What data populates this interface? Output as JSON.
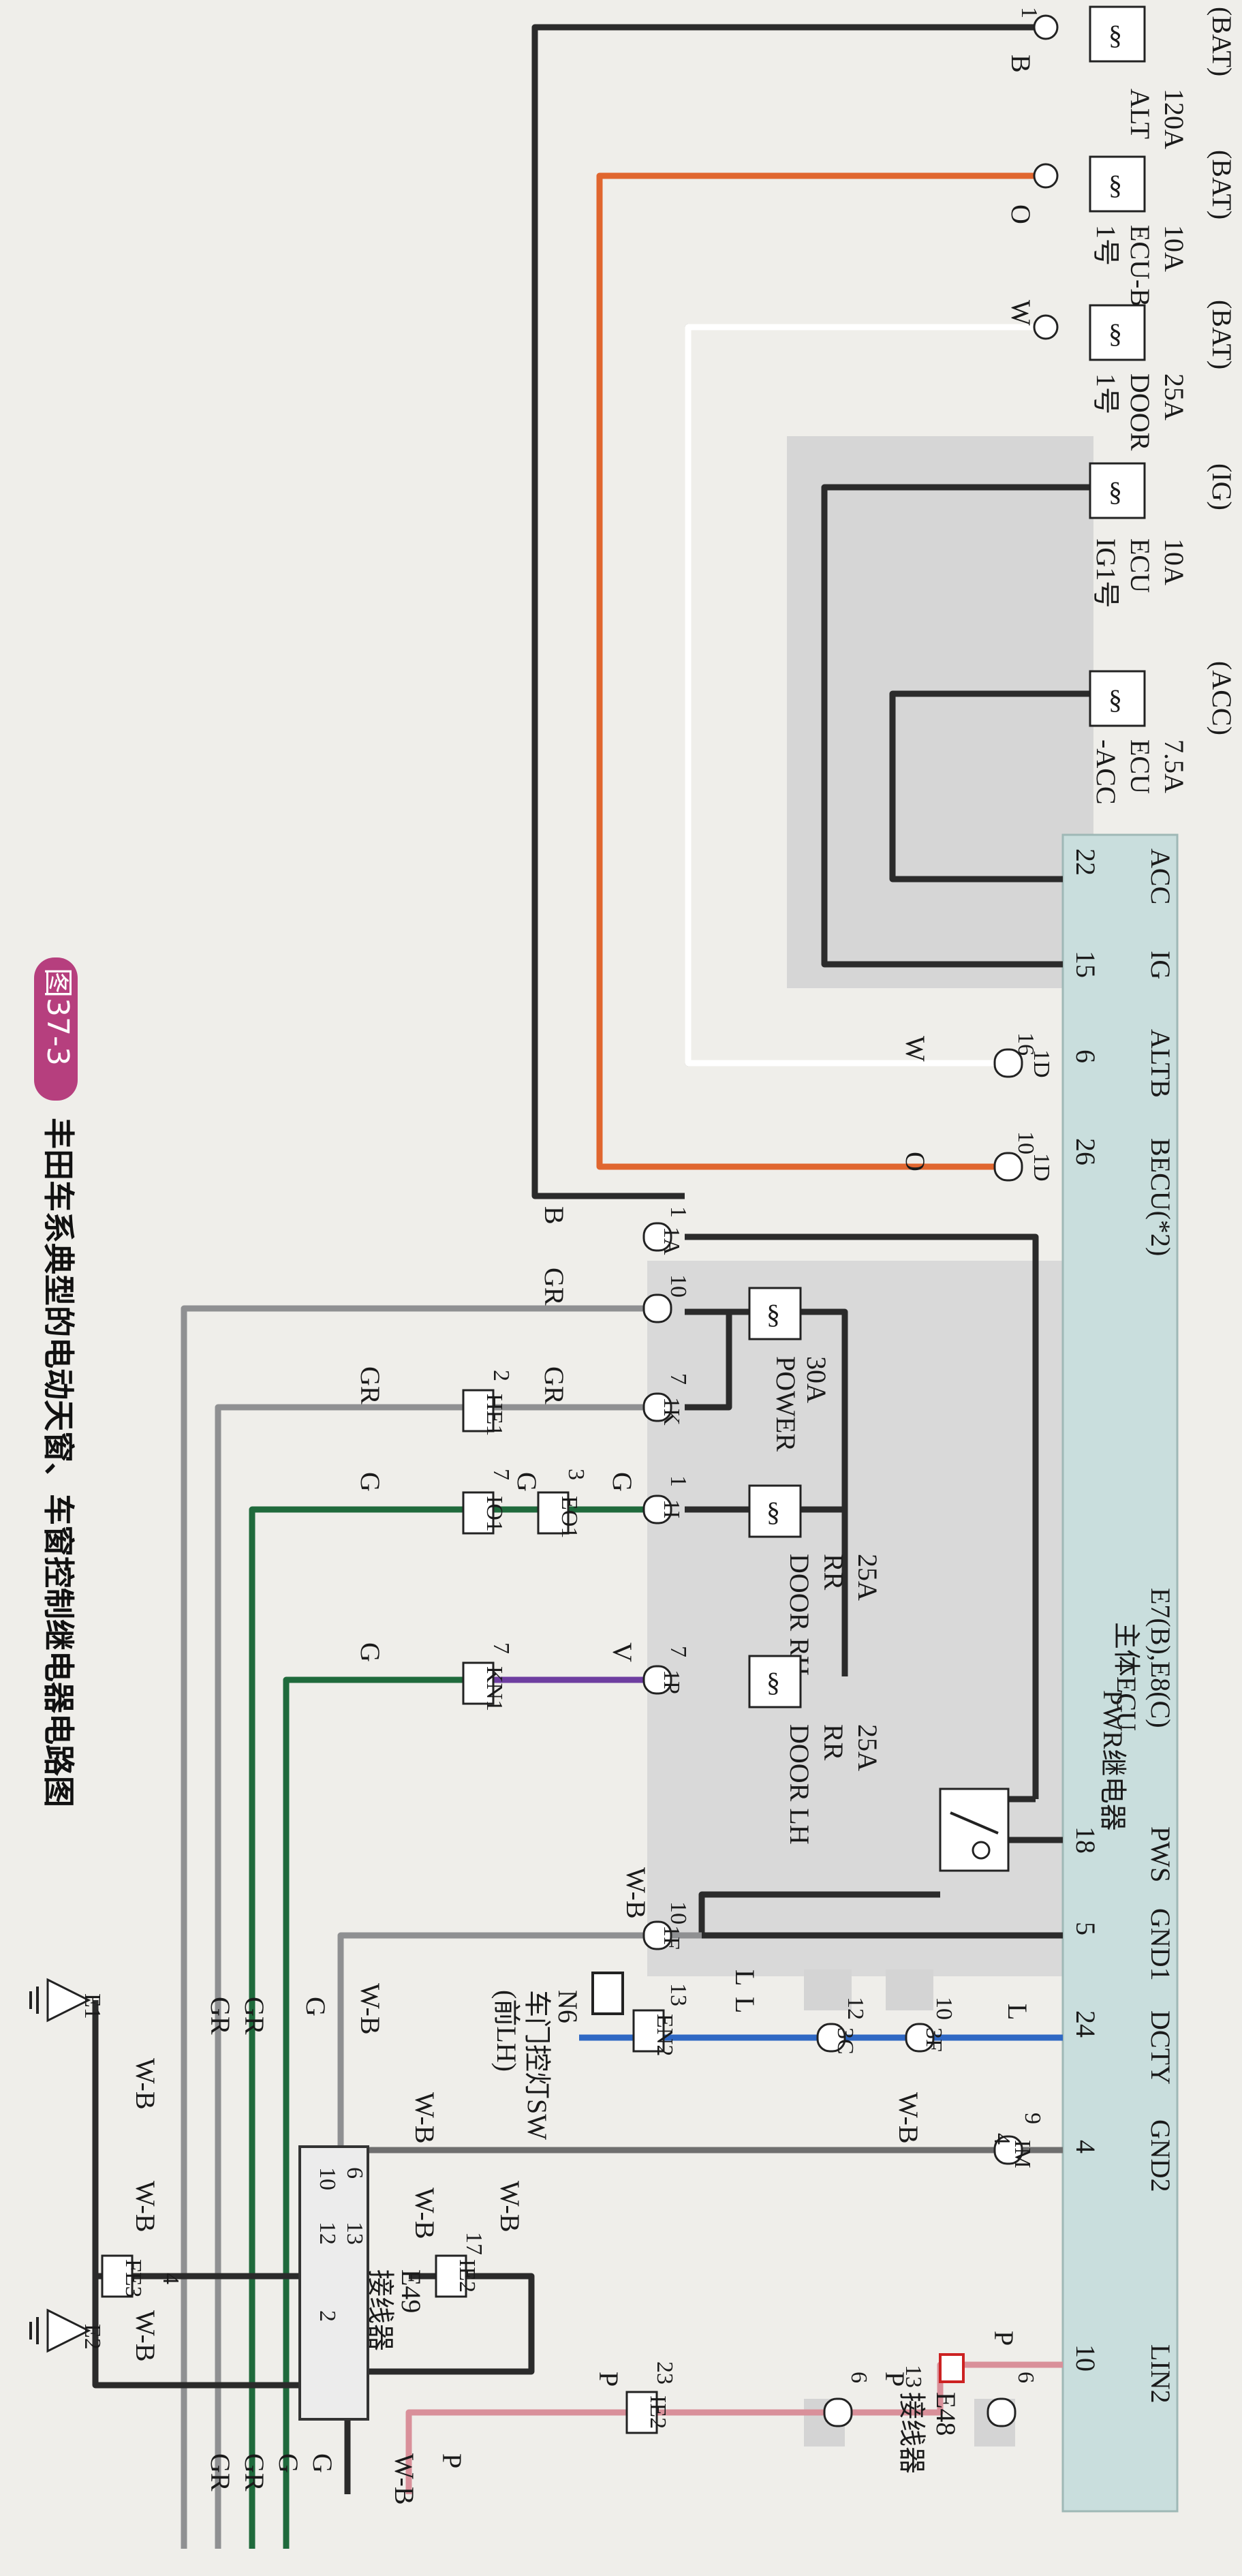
{
  "caption": {
    "figure_label": "图37-3",
    "title": "丰田车系典型的电动天窗、车窗控制继电器电路图"
  },
  "ecu": {
    "name": "E7(B),E8(C)",
    "subtitle": "主体ECU",
    "relay_label": "PWR继电器"
  },
  "fuses": [
    {
      "source": "(BAT)",
      "rating": "120A",
      "name": "ALT",
      "extra": ""
    },
    {
      "source": "(BAT)",
      "rating": "10A",
      "name": "ECU-B",
      "extra": "1号"
    },
    {
      "source": "(BAT)",
      "rating": "25A",
      "name": "DOOR",
      "extra": "1号"
    },
    {
      "source": "(IG)",
      "rating": "10A",
      "name": "ECU",
      "extra": "IG1号"
    },
    {
      "source": "(ACC)",
      "rating": "7.5A",
      "name": "ECU",
      "extra": "-ACC"
    }
  ],
  "inner_fuses": [
    {
      "rating": "30A",
      "name": "POWER",
      "extra": ""
    },
    {
      "rating": "25A",
      "name": "RR",
      "extra": "DOOR RH"
    },
    {
      "rating": "25A",
      "name": "RR",
      "extra": "DOOR LH"
    }
  ],
  "ecu_pins_top": [
    {
      "num": "22",
      "name": "ACC"
    },
    {
      "num": "15",
      "name": "IG"
    },
    {
      "num": "6",
      "name": "ALTB"
    },
    {
      "num": "26",
      "name": "BECU(*2)"
    }
  ],
  "ecu_pins_bottom": [
    {
      "num": "18",
      "name": "PWS"
    },
    {
      "num": "5",
      "name": "GND1"
    },
    {
      "num": "24",
      "name": "DCTY"
    },
    {
      "num": "4",
      "name": "GND2"
    },
    {
      "num": "10",
      "name": "LIN2"
    }
  ],
  "connectors": {
    "c_1D_16": "16",
    "c_1D_10": "10",
    "c_1A": "1",
    "c_1K": "10",
    "c_1I_7": "7",
    "c_1I_1": "1",
    "c_1P": "7",
    "c_1F": "10",
    "c_3F": "10",
    "c_3C": "12",
    "c_EN2": "13",
    "c_IM": "9",
    "c_HE1": "2",
    "c_IO1": "7",
    "c_EO1": "3",
    "c_KN1": "7",
    "c_IE2_17": "17",
    "c_IE2_23": "23",
    "c_1D_6": "6",
    "c_3F_6": "6",
    "c_fuse_pin1": "1",
    "c_fuse_pin2": "2",
    "c_fuse_pin3": "2"
  },
  "connector_tags": {
    "IF": "1F",
    "ID": "1D",
    "IA": "1A",
    "IK": "1K",
    "II": "1I",
    "IP": "1P",
    "3F": "3F",
    "3C": "3C",
    "EN2": "EN2",
    "IM": "IM",
    "HE1": "HE1",
    "IO1": "IO1",
    "EO1": "EO1",
    "KN1": "KN1",
    "IE2": "IE2",
    "FE3": "FE3",
    "E1": "E1",
    "E2": "E2"
  },
  "wire_colors": {
    "B": "B",
    "O": "O",
    "W": "W",
    "GR": "GR",
    "G": "G",
    "V": "V",
    "W-B": "W-B",
    "L": "L",
    "P": "P"
  },
  "components": {
    "N6_id": "N6",
    "N6_name": "车门控灯SW",
    "N6_pos": "(前LH)",
    "E49_id": "E49",
    "E49_name": "接线器",
    "E48_id": "E48",
    "E48_name": "接线器"
  },
  "junction_pins": {
    "p12": "12",
    "p13": "13",
    "p10": "10",
    "p6": "6",
    "p2": "2",
    "p4a": "4",
    "p4b": "4",
    "p13b": "13"
  },
  "colors": {
    "black": "#2b2b2b",
    "orange": "#e0662f",
    "white_wire": "#ffffff",
    "gray": "#8f9092",
    "green": "#1f6a3c",
    "violet": "#6d3ea0",
    "blue": "#2f68c4",
    "pink": "#d9909a",
    "ecu_fill": "#c9dedd",
    "shade": "#d7d7d7",
    "caption_badge": "#b63f7e"
  }
}
